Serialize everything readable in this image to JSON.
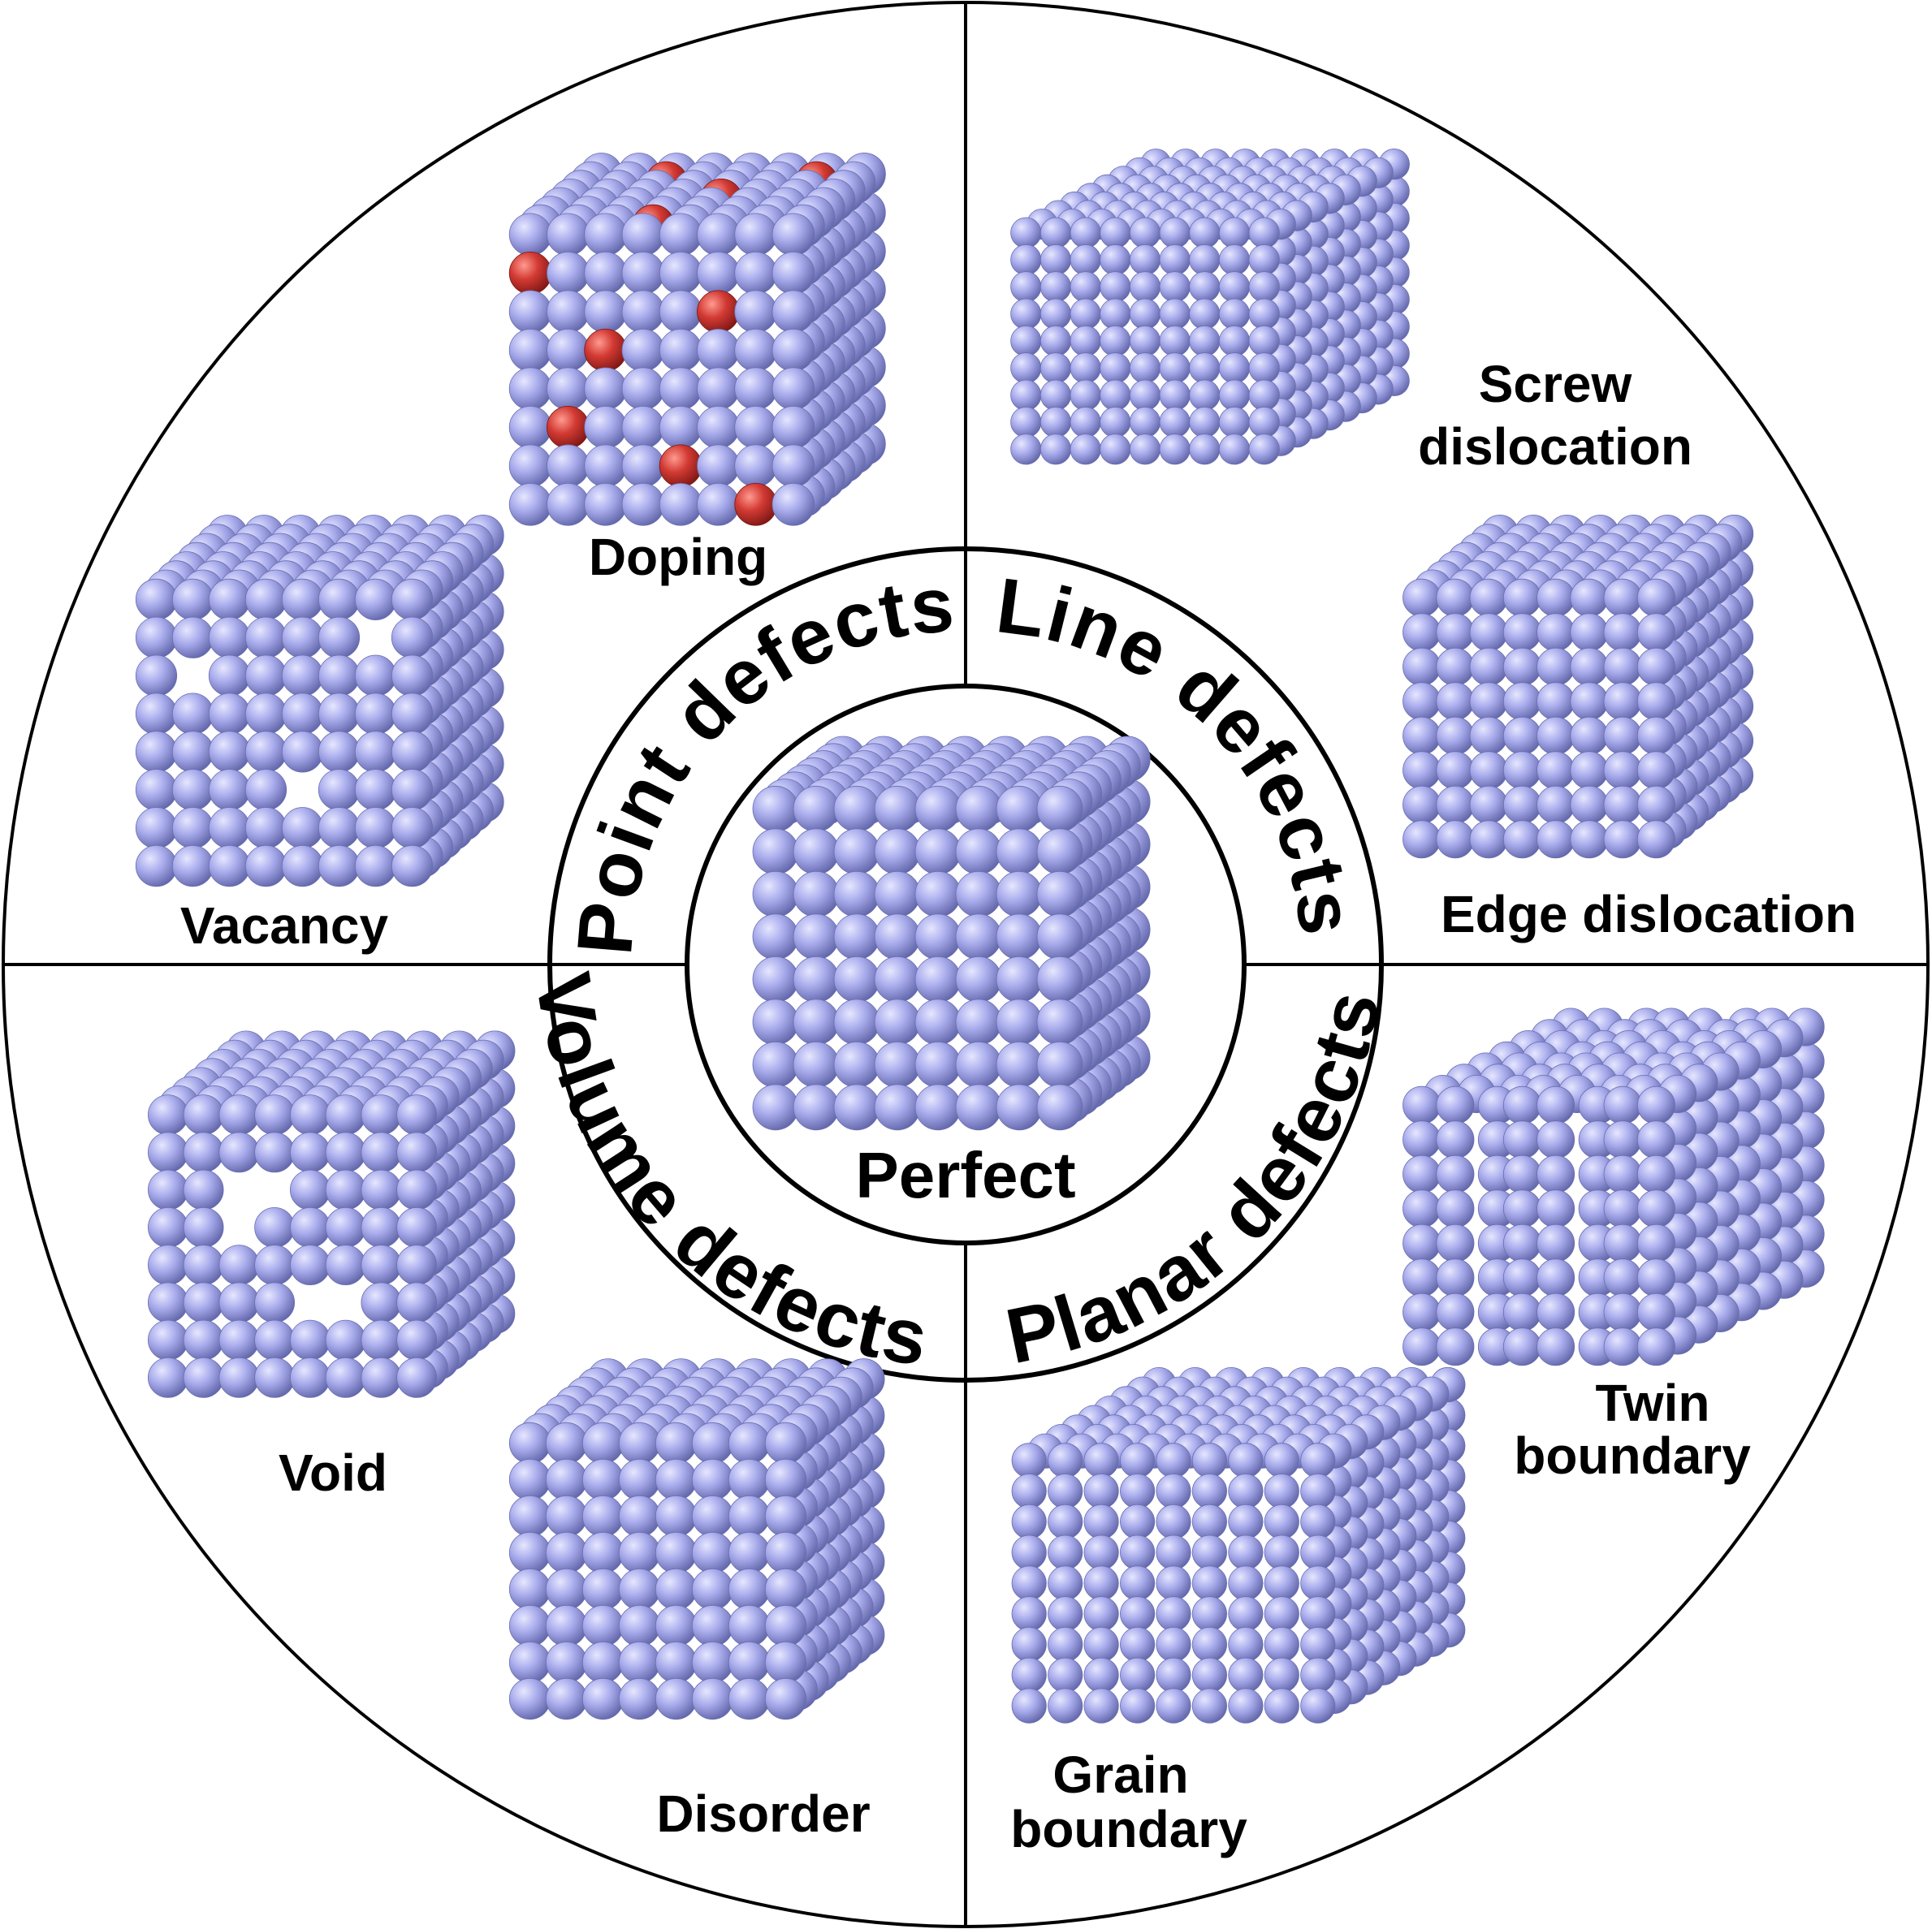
{
  "colors": {
    "atom": "#a9acec",
    "atom_highlight": "#e6e7ff",
    "atom_shadow": "#5d62a6",
    "dopant": "#d23a33",
    "line": "#000000",
    "background": "#ffffff"
  },
  "center": {
    "label": "Perfect"
  },
  "categories": [
    {
      "key": "point",
      "label": "Point defects"
    },
    {
      "key": "line",
      "label": "Line defects"
    },
    {
      "key": "planar",
      "label": "Planar defects"
    },
    {
      "key": "volume",
      "label": "Volume defects"
    }
  ],
  "items": {
    "doping": {
      "lines": [
        "Doping"
      ]
    },
    "vacancy": {
      "lines": [
        "Vacancy"
      ]
    },
    "screw": {
      "lines": [
        "Screw",
        "dislocation"
      ]
    },
    "edge": {
      "lines": [
        "Edge dislocation"
      ]
    },
    "twin": {
      "lines": [
        "Twin",
        "boundary"
      ]
    },
    "grain": {
      "lines": [
        "Grain",
        "boundary"
      ]
    },
    "void": {
      "lines": [
        "Void"
      ]
    },
    "disorder": {
      "lines": [
        "Disorder"
      ]
    }
  }
}
